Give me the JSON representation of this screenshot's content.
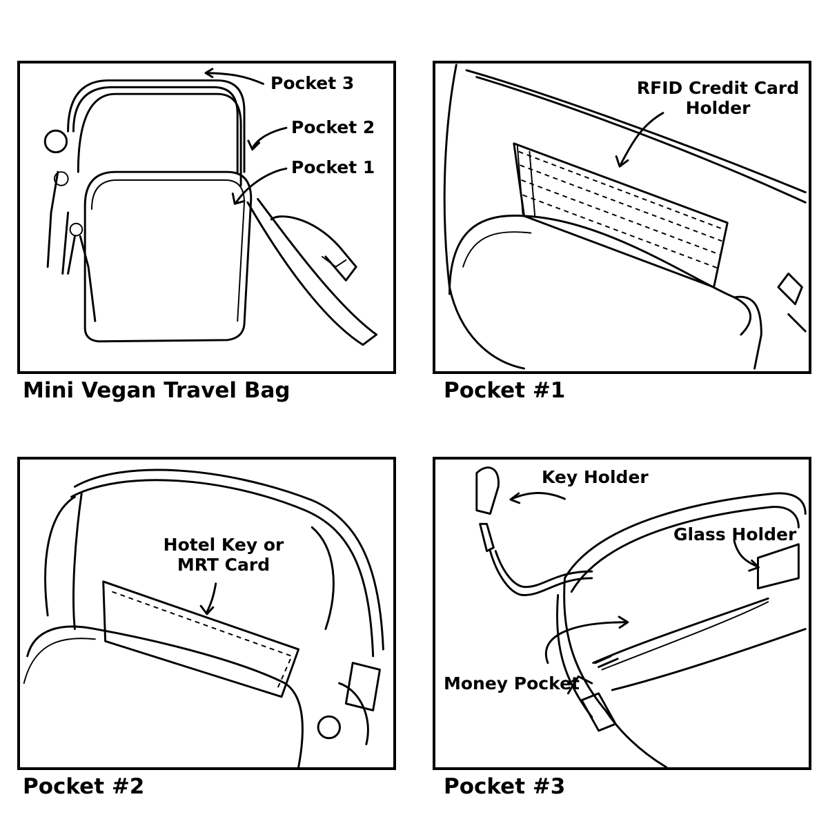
{
  "panels": [
    {
      "caption": "Mini Vegan Travel Bag",
      "labels": {
        "pocket3": "Pocket 3",
        "pocket2": "Pocket 2",
        "pocket1": "Pocket 1"
      }
    },
    {
      "caption": "Pocket #1",
      "labels": {
        "rfid_line1": "RFID Credit Card",
        "rfid_line2": "Holder"
      }
    },
    {
      "caption": "Pocket #2",
      "labels": {
        "hotel_line1": "Hotel Key or",
        "hotel_line2": "MRT Card"
      }
    },
    {
      "caption": "Pocket #3",
      "labels": {
        "key_holder": "Key Holder",
        "glass_holder": "Glass Holder",
        "money_pocket": "Money Pocket"
      }
    }
  ]
}
